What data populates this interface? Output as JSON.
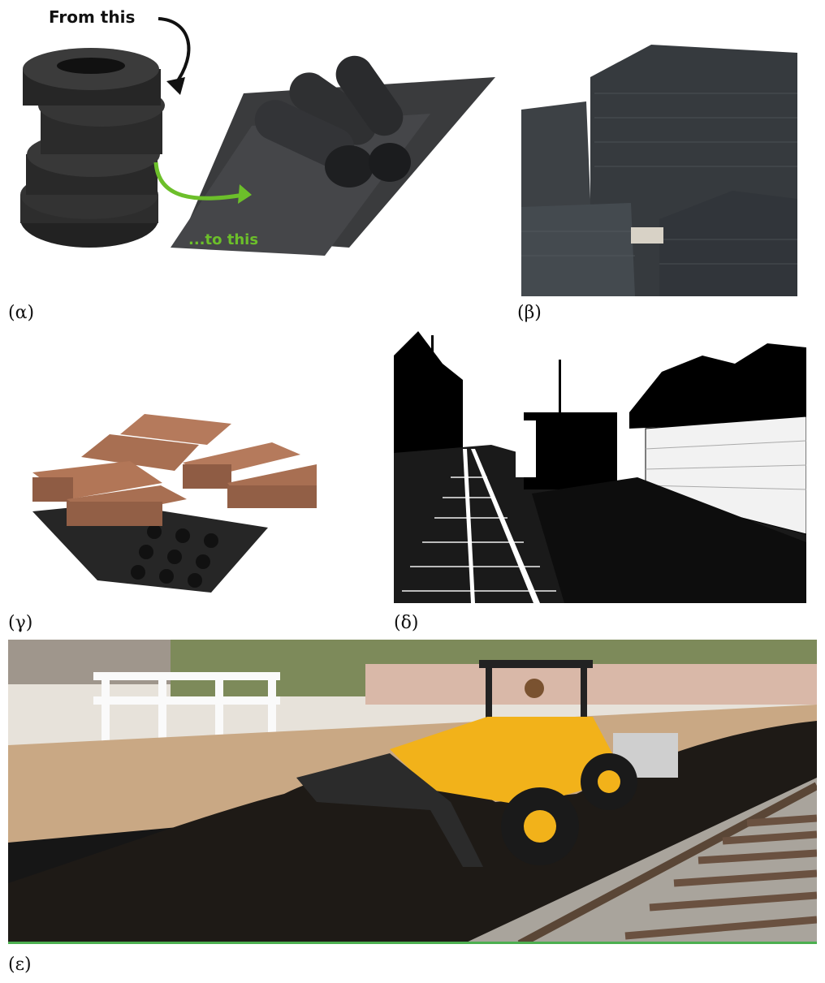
{
  "panels": {
    "a": {
      "caption": "(α)",
      "label_from": "From this",
      "label_to": "...to this",
      "colors": {
        "tire": "#2b2b2b",
        "mat": "#3a3b3d",
        "arrow_green": "#6cbf2a"
      }
    },
    "b": {
      "caption": "(β)",
      "colors": {
        "stack": "#3d4145",
        "sky": "#ffffff"
      }
    },
    "c": {
      "caption": "(γ)",
      "colors": {
        "paver": "#a86f52",
        "grid": "#262626"
      }
    },
    "d": {
      "caption": "(δ)",
      "colors": {
        "ink": "#000000",
        "paper": "#ffffff"
      }
    },
    "e": {
      "caption": "(ε)",
      "colors": {
        "loader": "#f2b21a",
        "crumb": "#1e1a16",
        "soil": "#c9a884",
        "sky": "#e7e2da"
      }
    }
  }
}
